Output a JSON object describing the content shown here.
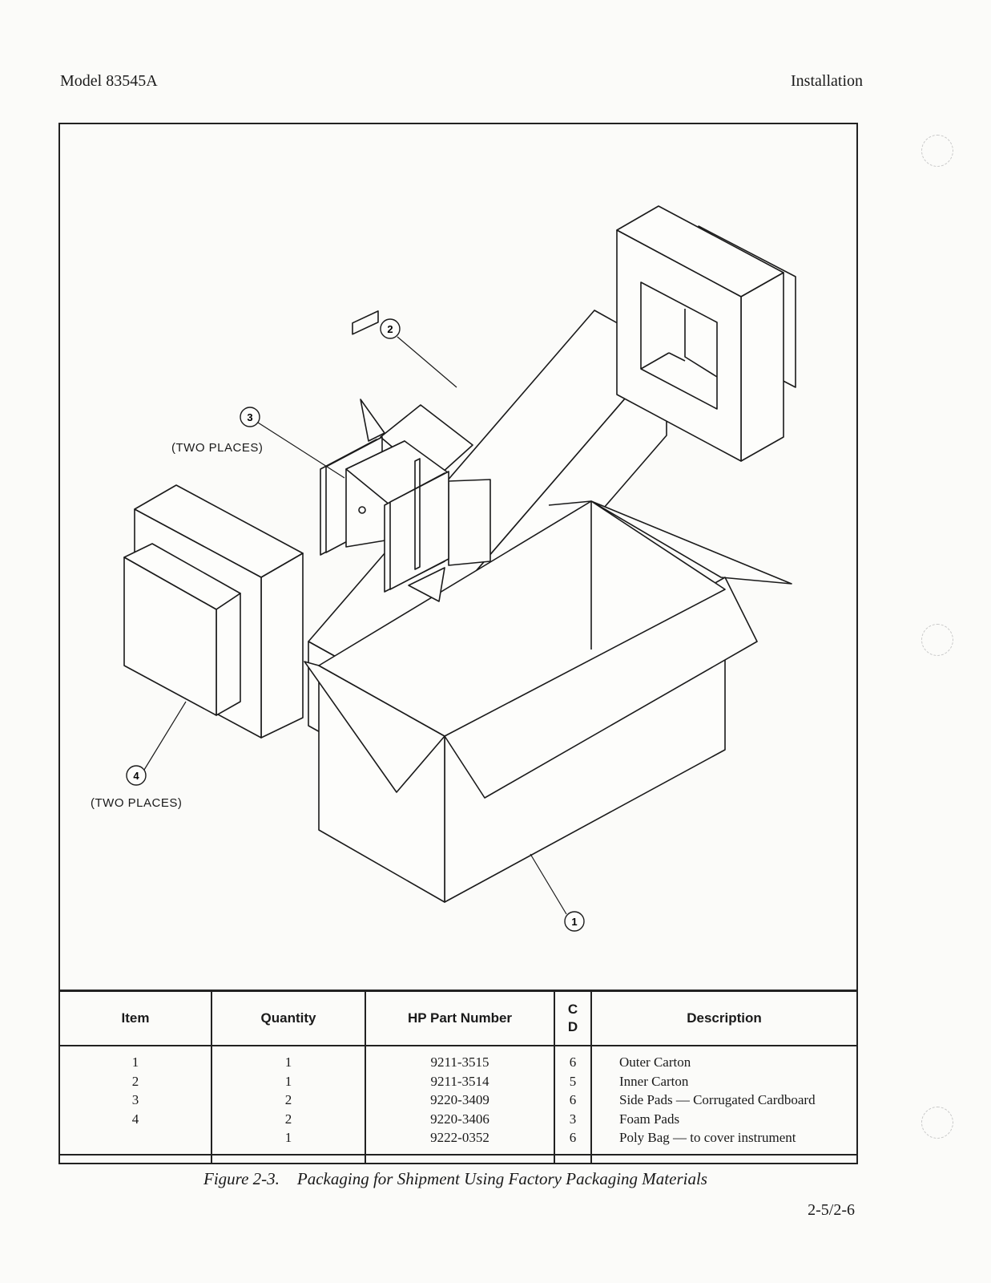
{
  "header": {
    "left": "Model 83545A",
    "right": "Installation"
  },
  "callouts": {
    "c1": {
      "number": "1"
    },
    "c2": {
      "number": "2"
    },
    "c3": {
      "number": "3",
      "note": "(TWO PLACES)"
    },
    "c4": {
      "number": "4",
      "note": "(TWO PLACES)"
    }
  },
  "table": {
    "headers": {
      "item": "Item",
      "quantity": "Quantity",
      "part": "HP Part Number",
      "cd1": "C",
      "cd2": "D",
      "description": "Description"
    },
    "rows": [
      {
        "item": "1",
        "quantity": "1",
        "part": "9211-3515",
        "cd": "6",
        "description": "Outer Carton"
      },
      {
        "item": "2",
        "quantity": "1",
        "part": "9211-3514",
        "cd": "5",
        "description": "Inner Carton"
      },
      {
        "item": "3",
        "quantity": "2",
        "part": "9220-3409",
        "cd": "6",
        "description": "Side Pads — Corrugated Cardboard"
      },
      {
        "item": "4",
        "quantity": "2",
        "part": "9220-3406",
        "cd": "3",
        "description": "Foam Pads"
      },
      {
        "item": "",
        "quantity": "1",
        "part": "9222-0352",
        "cd": "6",
        "description": "Poly Bag — to cover instrument"
      }
    ]
  },
  "caption": {
    "label": "Figure 2-3.",
    "text": "Packaging for Shipment Using Factory Packaging Materials"
  },
  "page_number": "2-5/2-6"
}
